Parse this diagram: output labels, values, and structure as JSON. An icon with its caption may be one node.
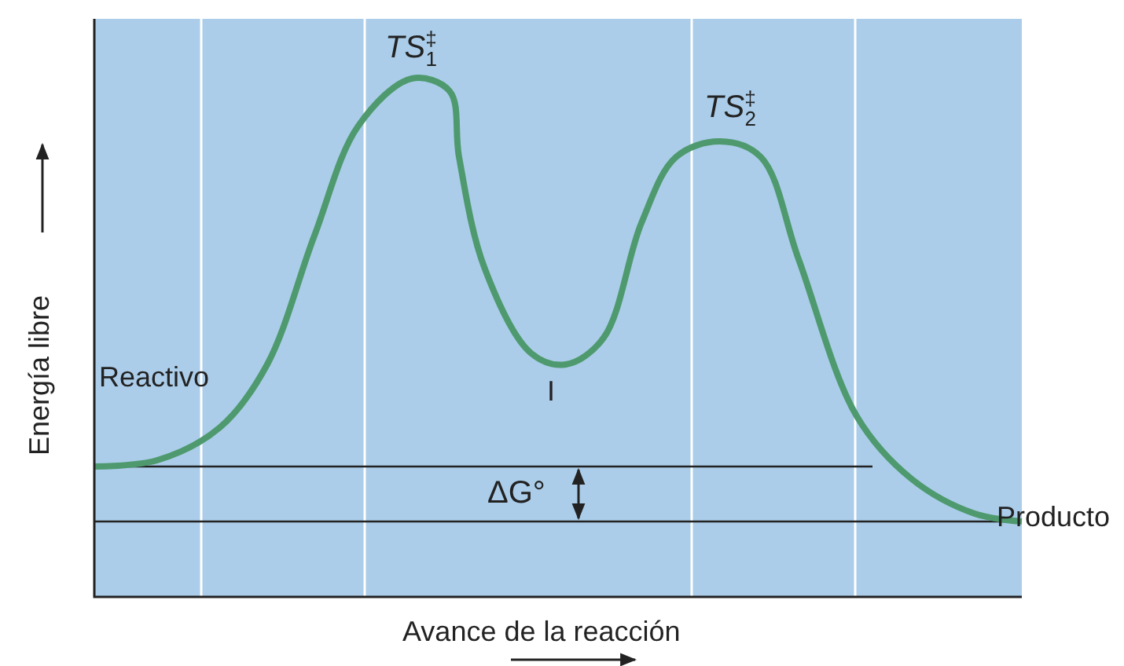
{
  "diagram": {
    "labels": [
      "*TS*$^{‡}$$_{1}$",
      "*TS*$^{‡}$$_{2}$",
      "Reactivo",
      "I",
      "ΔG°",
      "Producto",
      "Avance de la reacción",
      "Energía libre"
    ]
  }
}
